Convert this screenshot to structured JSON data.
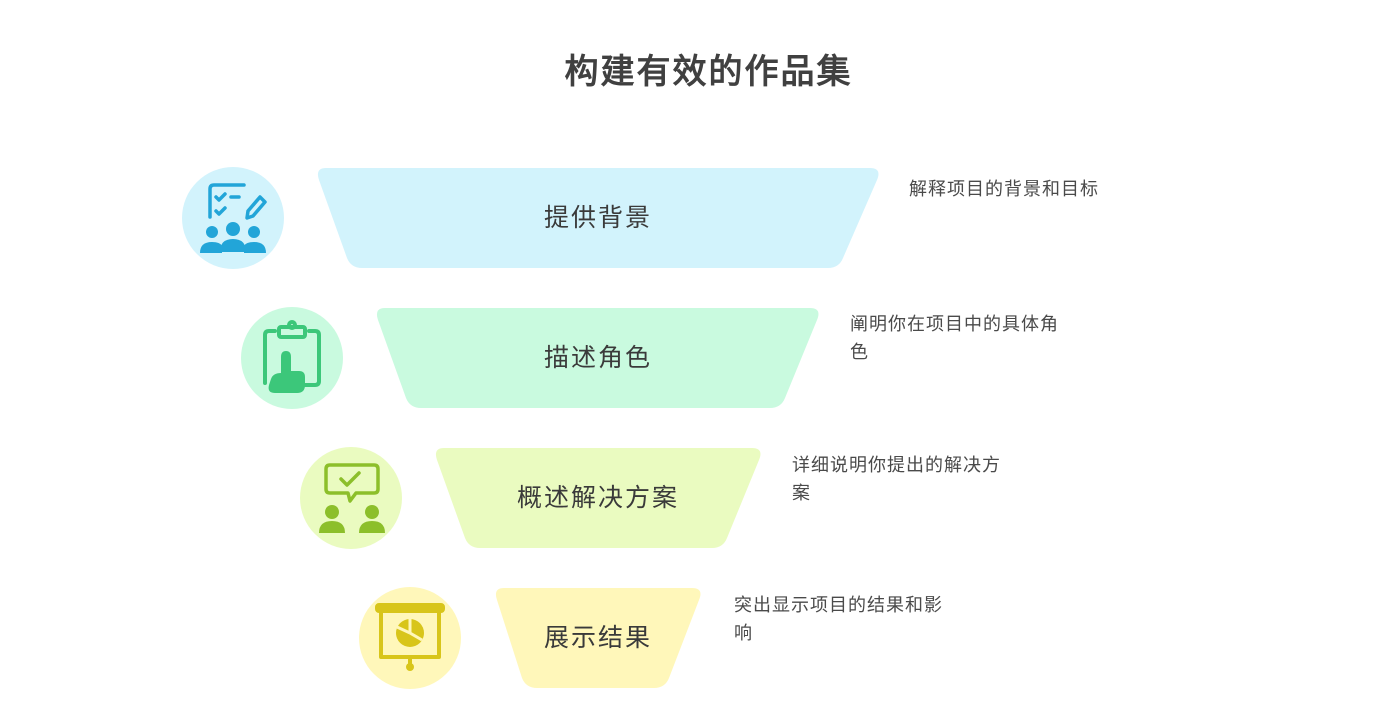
{
  "title": "构建有效的作品集",
  "stages": [
    {
      "label": "提供背景",
      "description": "解释项目的背景和目标",
      "icon": "team-checklist-icon",
      "fill": "#d2f3fc",
      "accent": "#22a5d8"
    },
    {
      "label": "描述角色",
      "description": "阐明你在项目中的具体角色",
      "icon": "clipboard-hand-icon",
      "fill": "#c9fadf",
      "accent": "#3cc77a"
    },
    {
      "label": "概述解决方案",
      "description": "详细说明你提出的解决方案",
      "icon": "discussion-check-icon",
      "fill": "#eafbc0",
      "accent": "#8cbf2a"
    },
    {
      "label": "展示结果",
      "description": "突出显示项目的结果和影响",
      "icon": "presentation-chart-icon",
      "fill": "#fff7ba",
      "accent": "#d8c51a"
    }
  ]
}
